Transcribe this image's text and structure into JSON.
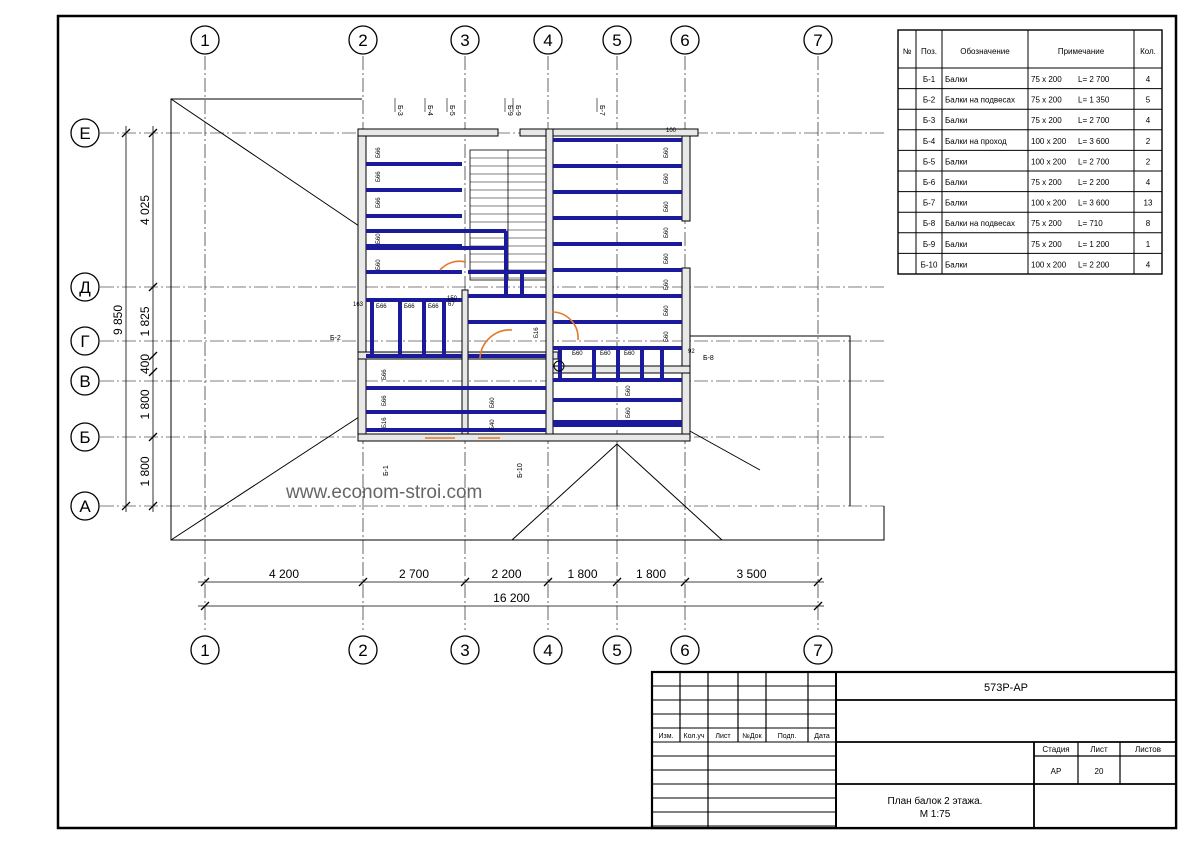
{
  "grid": {
    "columns": [
      "1",
      "2",
      "3",
      "4",
      "5",
      "6",
      "7"
    ],
    "rows": [
      "Е",
      "Д",
      "Г",
      "В",
      "Б",
      "А"
    ]
  },
  "dimensions": {
    "bottom_spans": [
      "4 200",
      "2 700",
      "2 200",
      "1 800",
      "1 800",
      "3 500"
    ],
    "bottom_total": "16 200",
    "left_spans": [
      "4 025",
      "1 825",
      "400",
      "1 800",
      "1 800"
    ],
    "left_total": "9 850"
  },
  "watermark": "www.econom-stroi.com",
  "spec_table": {
    "headers": [
      "№",
      "Поз.",
      "Обозначение",
      "Примечание",
      "Кол."
    ],
    "rows": [
      {
        "no": "",
        "pos": "Б-1",
        "name": "Балки",
        "section": "75 x 200",
        "length": "L= 2 700",
        "qty": "4"
      },
      {
        "no": "",
        "pos": "Б-2",
        "name": "Балки на подвесах",
        "section": "75 x 200",
        "length": "L= 1 350",
        "qty": "5"
      },
      {
        "no": "",
        "pos": "Б-3",
        "name": "Балки",
        "section": "75 x 200",
        "length": "L= 2 700",
        "qty": "4"
      },
      {
        "no": "",
        "pos": "Б-4",
        "name": "Балки на проход",
        "section": "100 x 200",
        "length": "L= 3 600",
        "qty": "2"
      },
      {
        "no": "",
        "pos": "Б-5",
        "name": "Балки",
        "section": "100 x 200",
        "length": "L= 2 700",
        "qty": "2"
      },
      {
        "no": "",
        "pos": "Б-6",
        "name": "Балки",
        "section": "75 x 200",
        "length": "L= 2 200",
        "qty": "4"
      },
      {
        "no": "",
        "pos": "Б-7",
        "name": "Балки",
        "section": "100 x 200",
        "length": "L= 3 600",
        "qty": "13"
      },
      {
        "no": "",
        "pos": "Б-8",
        "name": "Балки на подвесах",
        "section": "75 x 200",
        "length": "L= 710",
        "qty": "8"
      },
      {
        "no": "",
        "pos": "Б-9",
        "name": "Балки",
        "section": "75 x 200",
        "length": "L= 1 200",
        "qty": "1"
      },
      {
        "no": "",
        "pos": "Б-10",
        "name": "Балки",
        "section": "100 x 200",
        "length": "L= 2 200",
        "qty": "4"
      }
    ]
  },
  "title_block": {
    "code": "573Р-АР",
    "columns": [
      "Изм.",
      "Кол.уч",
      "Лист",
      "№Док",
      "Подп.",
      "Дата"
    ],
    "stage_label": "Стадия",
    "sheet_label": "Лист",
    "sheets_label": "Листов",
    "stage": "АР",
    "sheet": "20",
    "sheets": "",
    "drawing_title": "План балок 2 этажа.",
    "scale": "М 1:75"
  },
  "plan_labels": {
    "beam_b2": "Б-2",
    "beam_b8": "Б-8",
    "beam_b1": "Б-1",
    "beam_b10": "Б-10",
    "top_tags": [
      "Б-3",
      "Б-4",
      "Б-5",
      "Б-9",
      "Б-9",
      "Б-7"
    ],
    "code_b66": "Б66",
    "code_b60": "Б60",
    "code_b16": "Б16",
    "code_b40": "Б40",
    "n100": "100",
    "n163": "163",
    "n150": "150",
    "n92": "92",
    "n67": "67"
  },
  "colors": {
    "beam": "#1a1a9a",
    "line": "#000000",
    "door": "#e07a2a"
  }
}
